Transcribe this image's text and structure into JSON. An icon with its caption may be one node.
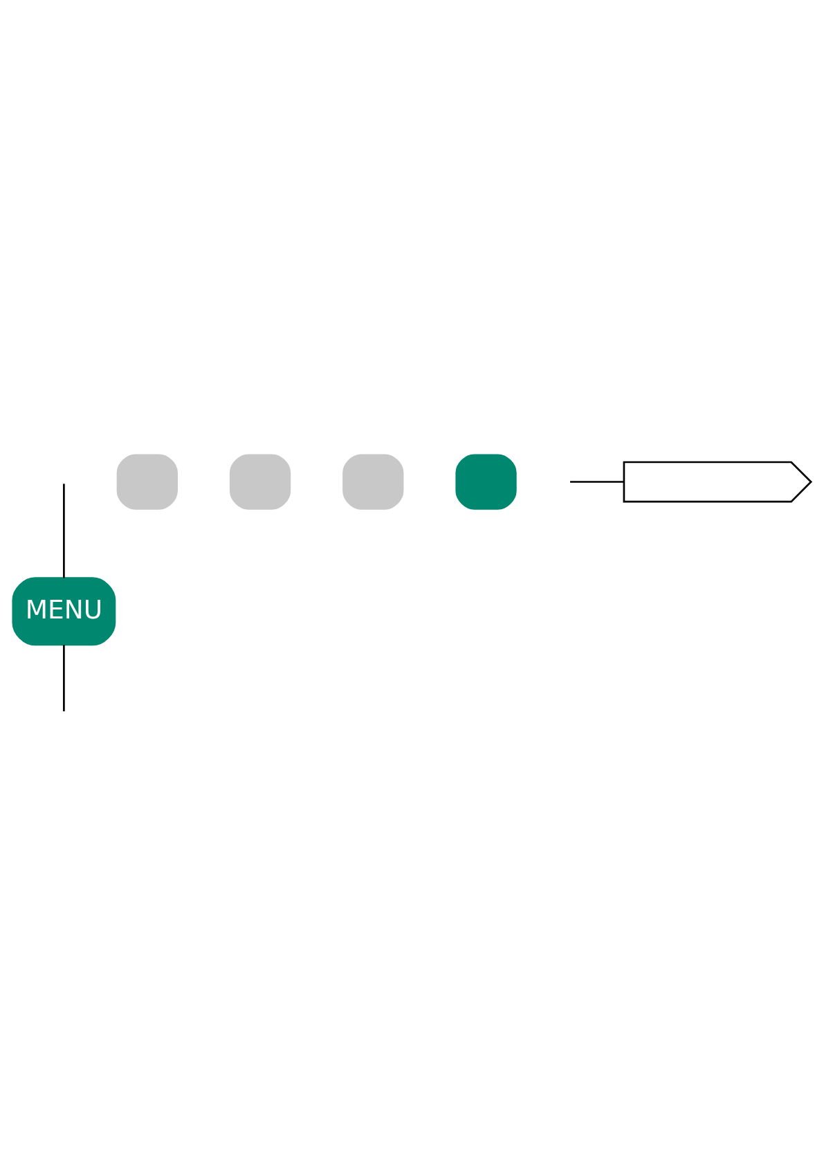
{
  "diagram": {
    "nodes": [
      {
        "text": [
          "MENU"
        ]
      },
      {
        "text": [],
        "shape": "box"
      },
      {
        "text": [],
        "shape": "box"
      },
      {
        "text": [],
        "shape": "box"
      },
      {
        "text": [],
        "shape": "box"
      },
      {
        "text": [],
        "shape": "pentagon"
      }
    ],
    "edges": [
      {
        "from": null,
        "to": 0,
        "arrow": "none"
      },
      {
        "from": 0,
        "to": null,
        "arrow": "none"
      },
      {
        "from": null,
        "to": 5,
        "arrow": "none"
      }
    ]
  }
}
